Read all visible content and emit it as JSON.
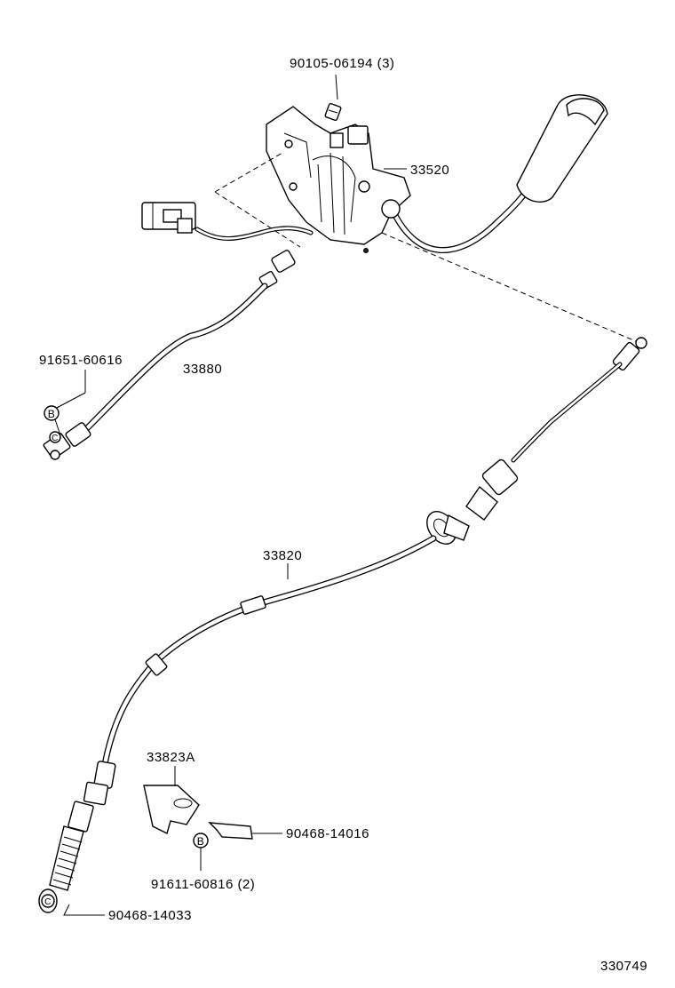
{
  "labels": {
    "bolt": "90105-06194 (3)",
    "shift_lever_assy": "33520",
    "harness_clamp": "91651-60616",
    "control_cable_upper": "33880",
    "shift_cable": "33820",
    "bracket": "33823A",
    "clip_upper": "90468-14016",
    "bolt_lower": "91611-60816 (2)",
    "clip_lower": "90468-14033",
    "marker_b": "B",
    "marker_c": "C",
    "figure_number": "330749"
  }
}
